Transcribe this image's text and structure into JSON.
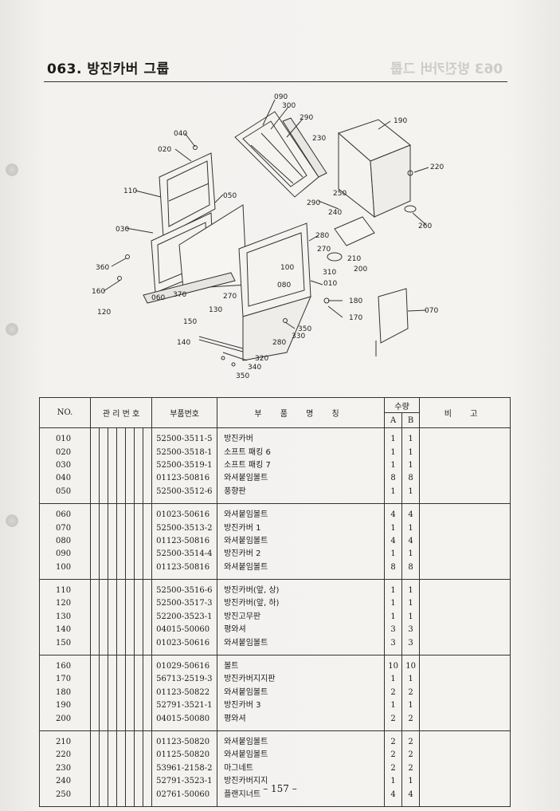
{
  "page": {
    "title": "063. 방진카버 그룹",
    "ghost_title": "063 방진카버 그룹",
    "page_number": "– 157 –"
  },
  "diagram_labels": [
    "090",
    "300",
    "290",
    "190",
    "040",
    "020",
    "230",
    "220",
    "110",
    "050",
    "250",
    "290",
    "240",
    "260",
    "030",
    "280",
    "270",
    "210",
    "360",
    "100",
    "200",
    "310",
    "080",
    "010",
    "160",
    "060",
    "370",
    "270",
    "180",
    "120",
    "130",
    "070",
    "150",
    "170",
    "350",
    "140",
    "330",
    "280",
    "320",
    "340",
    "350"
  ],
  "table": {
    "headers": {
      "no": "NO.",
      "mgmt": "관 리 번 호",
      "part_no": "부품번호",
      "name": "부 품 명 칭",
      "qty": "수량",
      "qty_a": "A",
      "qty_b": "B",
      "remark": "비 고"
    },
    "groups": [
      [
        {
          "no": "010",
          "part": "52500-3511-5",
          "name": "방진카버",
          "a": "1",
          "b": "1"
        },
        {
          "no": "020",
          "part": "52500-3518-1",
          "name": "소프트 패킹 6",
          "a": "1",
          "b": "1"
        },
        {
          "no": "030",
          "part": "52500-3519-1",
          "name": "소프트 패킹 7",
          "a": "1",
          "b": "1"
        },
        {
          "no": "040",
          "part": "01123-50816",
          "name": "와셔붙임볼트",
          "a": "8",
          "b": "8"
        },
        {
          "no": "050",
          "part": "52500-3512-6",
          "name": "풍향판",
          "a": "1",
          "b": "1"
        }
      ],
      [
        {
          "no": "060",
          "part": "01023-50616",
          "name": "와셔붙임볼트",
          "a": "4",
          "b": "4"
        },
        {
          "no": "070",
          "part": "52500-3513-2",
          "name": "방진카버 1",
          "a": "1",
          "b": "1"
        },
        {
          "no": "080",
          "part": "01123-50816",
          "name": "와셔붙임볼트",
          "a": "4",
          "b": "4"
        },
        {
          "no": "090",
          "part": "52500-3514-4",
          "name": "방진카버 2",
          "a": "1",
          "b": "1"
        },
        {
          "no": "100",
          "part": "01123-50816",
          "name": "와셔붙임볼트",
          "a": "8",
          "b": "8"
        }
      ],
      [
        {
          "no": "110",
          "part": "52500-3516-6",
          "name": "방진카버(앞, 상)",
          "a": "1",
          "b": "1"
        },
        {
          "no": "120",
          "part": "52500-3517-3",
          "name": "방진카버(앞, 하)",
          "a": "1",
          "b": "1"
        },
        {
          "no": "130",
          "part": "52200-3523-1",
          "name": "방진고무판",
          "a": "1",
          "b": "1"
        },
        {
          "no": "140",
          "part": "04015-50060",
          "name": "평와셔",
          "a": "3",
          "b": "3"
        },
        {
          "no": "150",
          "part": "01023-50616",
          "name": "와셔붙임볼트",
          "a": "3",
          "b": "3"
        }
      ],
      [
        {
          "no": "160",
          "part": "01029-50616",
          "name": "볼트",
          "a": "10",
          "b": "10"
        },
        {
          "no": "170",
          "part": "56713-2519-3",
          "name": "방진카버지지판",
          "a": "1",
          "b": "1"
        },
        {
          "no": "180",
          "part": "01123-50822",
          "name": "와셔붙임볼트",
          "a": "2",
          "b": "2"
        },
        {
          "no": "190",
          "part": "52791-3521-1",
          "name": "방진카버 3",
          "a": "1",
          "b": "1"
        },
        {
          "no": "200",
          "part": "04015-50080",
          "name": "평와셔",
          "a": "2",
          "b": "2"
        }
      ],
      [
        {
          "no": "210",
          "part": "01123-50820",
          "name": "와셔붙임볼트",
          "a": "2",
          "b": "2"
        },
        {
          "no": "220",
          "part": "01125-50820",
          "name": "와셔붙임볼트",
          "a": "2",
          "b": "2"
        },
        {
          "no": "230",
          "part": "53961-2158-2",
          "name": "마그네트",
          "a": "2",
          "b": "2"
        },
        {
          "no": "240",
          "part": "52791-3523-1",
          "name": "방진카버지지",
          "a": "1",
          "b": "1"
        },
        {
          "no": "250",
          "part": "02761-50060",
          "name": "플랜지너트",
          "a": "4",
          "b": "4"
        }
      ]
    ]
  }
}
